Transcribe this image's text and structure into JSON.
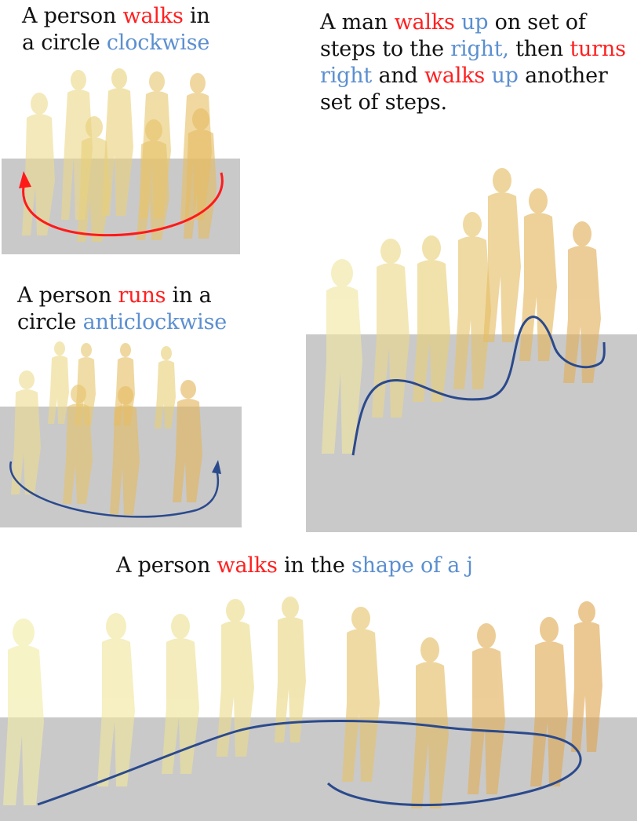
{
  "captions": {
    "circle_cw": [
      "A person ",
      "walks",
      " in",
      "a circle ",
      "clockwise"
    ],
    "steps": [
      "A man ",
      "walks",
      " ",
      "up",
      " on set of",
      "steps to the ",
      "right,",
      " then ",
      "turns",
      "right",
      " and ",
      "walks",
      " ",
      "up",
      " another",
      "set of steps."
    ],
    "circle_acw": [
      "A person ",
      "runs",
      " in a",
      "circle ",
      "anticlockwise"
    ],
    "shape_j": [
      "A person ",
      "walks",
      " in the ",
      "shape of a j"
    ]
  },
  "colors": {
    "action": "#ff2020",
    "modifier": "#5b8fd0",
    "trajectory_blue": "#2b4a8c",
    "trajectory_red": "#ff1a1a",
    "floor": "#c9c9c9",
    "figure_light": "#f0eca0",
    "figure_dark": "#e9b95a"
  }
}
